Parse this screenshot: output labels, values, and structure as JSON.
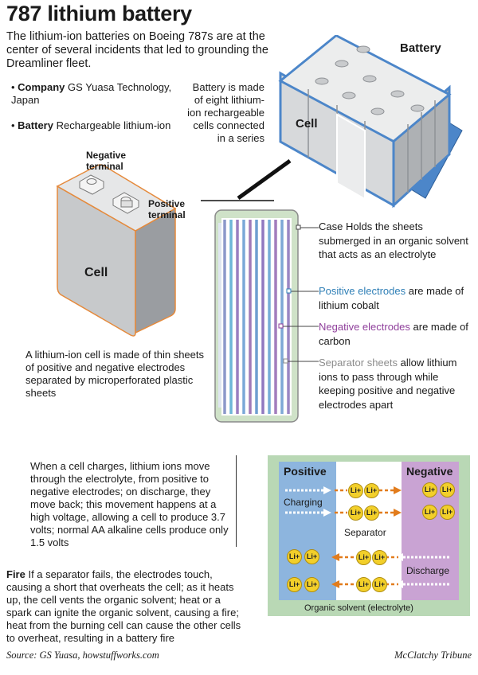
{
  "title": "787 lithium battery",
  "intro": "The lithium-ion batteries on Boeing 787s are at the center of several incidents that led to grounding the Dreamliner fleet.",
  "bullets": [
    {
      "label": "Company",
      "text": "GS Yuasa Technology, Japan"
    },
    {
      "label": "Battery",
      "text": "Rechargeable lithium-ion"
    }
  ],
  "battery": {
    "label": "Battery",
    "cell_label": "Cell",
    "description": "Battery is made of eight lithium-ion rechargeable cells connected in a series"
  },
  "cell": {
    "negative_terminal": "Negative terminal",
    "positive_terminal": "Positive terminal",
    "label": "Cell",
    "description": "A lithium-ion cell is made of thin sheets of positive and negative electrodes separated by microperforated plastic sheets"
  },
  "cross_section": {
    "callouts": [
      {
        "term": "Case",
        "text": "Holds the sheets submerged in an organic solvent that acts as an electrolyte",
        "color": "#1a1a1a"
      },
      {
        "term": "Positive electrodes",
        "text": "are made of lithium cobalt",
        "color": "#2f7fb6"
      },
      {
        "term": "Negative electrodes",
        "text": "are made of carbon",
        "color": "#8f3f9b"
      },
      {
        "term": "Separator sheets",
        "text": "allow lithium ions to pass through while keeping positive and negative electrodes apart",
        "color": "#8c8c8c"
      }
    ]
  },
  "charge_text": "When a cell charges, lithium ions move through the electrolyte, from positive to negative electrodes; on discharge, they move back; this movement happens at a high voltage, allowing a cell to produce 3.7 volts; normal AA alkaline cells produce only 1.5 volts",
  "fire": {
    "label": "Fire",
    "text": "If a separator fails, the electrodes touch, causing a short that overheats the cell; as it heats up, the cell vents the organic solvent; heat or a spark can ignite the organic solvent, causing a fire; heat from the burning cell can cause the other cells to overheat, resulting in a battery fire"
  },
  "ion_diagram": {
    "positive": "Positive",
    "negative": "Negative",
    "charging": "Charging",
    "separator": "Separator",
    "discharge": "Discharge",
    "ion": "Li+",
    "electrolyte": "Organic solvent (electrolyte)",
    "colors": {
      "positive": "#8db5de",
      "negative": "#c9a3d3",
      "electrolyte": "#b9d8b5",
      "arrow": "#e27c1c"
    }
  },
  "footer": {
    "source": "Source: GS Yuasa, howstuffworks.com",
    "credit": "McClatchy Tribune"
  }
}
